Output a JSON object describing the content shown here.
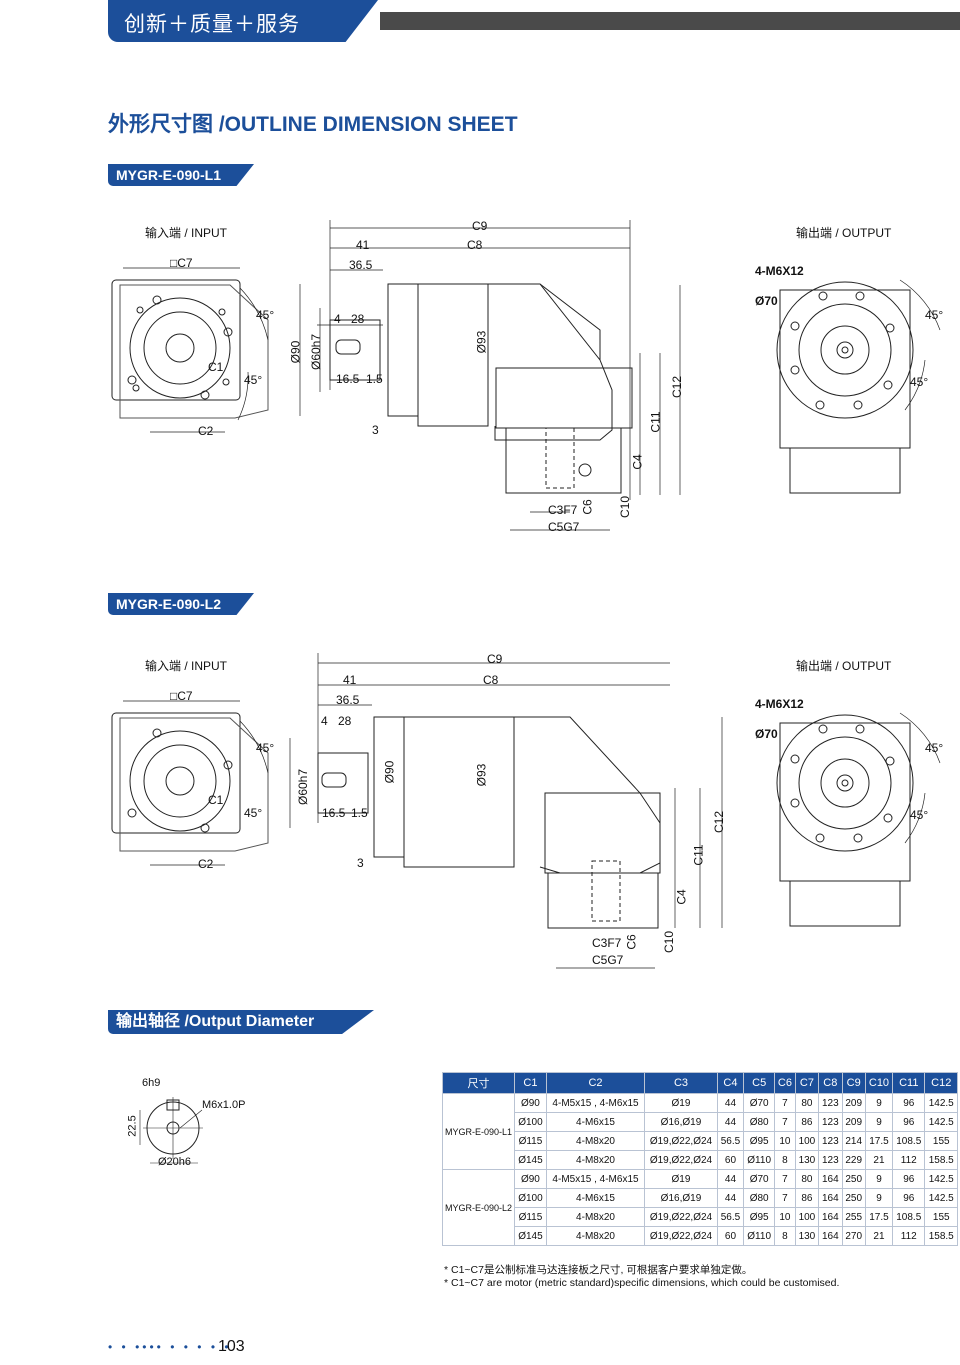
{
  "header": {
    "banner": "创新＋质量＋服务"
  },
  "page_title": "外形尺寸图 /OUTLINE DIMENSION SHEET",
  "models": [
    {
      "tag": "MYGR-E-090-L1",
      "input_label": "输入端 / INPUT",
      "output_label": "输出端 / OUTPUT"
    },
    {
      "tag": "MYGR-E-090-L2",
      "input_label": "输入端 / INPUT",
      "output_label": "输出端 / OUTPUT"
    }
  ],
  "dims": {
    "c7": "□C7",
    "c1": "C1",
    "c2": "C2",
    "deg45": "45°",
    "c9": "C9",
    "c8": "C8",
    "d41": "41",
    "d365": "36.5",
    "d4": "4",
    "d28": "28",
    "d165": "16.5",
    "d15": "1.5",
    "d3": "3",
    "d90": "Ø90",
    "d60": "Ø60h7",
    "d93": "Ø93",
    "c12": "C12",
    "c11": "C11",
    "c4": "C4",
    "c10": "C10",
    "c6": "C6",
    "c3": "C3F7",
    "c5": "C5G7",
    "m6x12": "4-M6X12",
    "d70": "Ø70"
  },
  "output_section": {
    "title": "输出轴径 /Output Diameter",
    "d6": "6h9",
    "m6": "M6x1.0P",
    "d225": "22.5",
    "d20": "Ø20h6"
  },
  "table": {
    "headers": [
      "尺寸",
      "C1",
      "C2",
      "C3",
      "C4",
      "C5",
      "C6",
      "C7",
      "C8",
      "C9",
      "C10",
      "C11",
      "C12"
    ],
    "groups": [
      {
        "model": "MYGR-E-090-L1",
        "rows": [
          [
            "Ø90",
            "4-M5x15 , 4-M6x15",
            "Ø19",
            "44",
            "Ø70",
            "7",
            "80",
            "123",
            "209",
            "9",
            "96",
            "142.5"
          ],
          [
            "Ø100",
            "4-M6x15",
            "Ø16,Ø19",
            "44",
            "Ø80",
            "7",
            "86",
            "123",
            "209",
            "9",
            "96",
            "142.5"
          ],
          [
            "Ø115",
            "4-M8x20",
            "Ø19,Ø22,Ø24",
            "56.5",
            "Ø95",
            "10",
            "100",
            "123",
            "214",
            "17.5",
            "108.5",
            "155"
          ],
          [
            "Ø145",
            "4-M8x20",
            "Ø19,Ø22,Ø24",
            "60",
            "Ø110",
            "8",
            "130",
            "123",
            "229",
            "21",
            "112",
            "158.5"
          ]
        ]
      },
      {
        "model": "MYGR-E-090-L2",
        "rows": [
          [
            "Ø90",
            "4-M5x15 , 4-M6x15",
            "Ø19",
            "44",
            "Ø70",
            "7",
            "80",
            "164",
            "250",
            "9",
            "96",
            "142.5"
          ],
          [
            "Ø100",
            "4-M6x15",
            "Ø16,Ø19",
            "44",
            "Ø80",
            "7",
            "86",
            "164",
            "250",
            "9",
            "96",
            "142.5"
          ],
          [
            "Ø115",
            "4-M8x20",
            "Ø19,Ø22,Ø24",
            "56.5",
            "Ø95",
            "10",
            "100",
            "164",
            "255",
            "17.5",
            "108.5",
            "155"
          ],
          [
            "Ø145",
            "4-M8x20",
            "Ø19,Ø22,Ø24",
            "60",
            "Ø110",
            "8",
            "130",
            "164",
            "270",
            "21",
            "112",
            "158.5"
          ]
        ]
      }
    ],
    "note_cn": "* C1~C7是公制标准马达连接板之尺寸, 可根据客户要求单独定做。",
    "note_en": "* C1~C7 are motor (metric standard)specific dimensions, which could be customised."
  },
  "footer": {
    "page_number": "103"
  },
  "colors": {
    "brand": "#1c4f9a",
    "bar": "#4a4a4a"
  }
}
